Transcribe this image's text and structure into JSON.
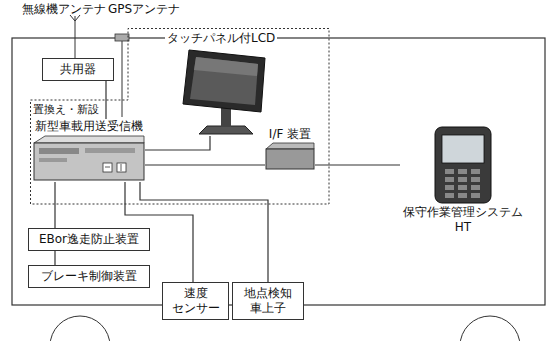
{
  "diagram": {
    "nodes": [
      {
        "text": [
          "共用器"
        ]
      },
      {
        "text": [
          "置換え・新設"
        ]
      },
      {
        "text": [
          "タッチパネル付LCD"
        ],
        "in": 1
      },
      {
        "text": [
          "新型車載用送受信機"
        ],
        "in": 1
      },
      {
        "text": [
          "I/F 装置"
        ],
        "in": 1
      },
      {
        "text": [
          "EBor逸走防止装置"
        ]
      },
      {
        "text": [
          "ブレーキ制御装置"
        ]
      },
      {
        "text": [
          "速度 センサー"
        ]
      },
      {
        "text": [
          "地点検知 車上子"
        ]
      },
      {
        "text": [
          "保守作業管理システム HT"
        ]
      }
    ],
    "edges": [
      {
        "from": 0,
        "to": 3,
        "arrow": "none"
      },
      {
        "from": 3,
        "to": 2,
        "arrow": "none"
      },
      {
        "from": 3,
        "to": 4,
        "arrow": "none"
      },
      {
        "from": 4,
        "to": 9,
        "arrow": "none"
      },
      {
        "from": 3,
        "to": 5,
        "arrow": "none"
      },
      {
        "from": 5,
        "to": 6,
        "arrow": "none"
      },
      {
        "from": 3,
        "to": 7,
        "arrow": "none"
      },
      {
        "from": 3,
        "to": 8,
        "arrow": "none"
      }
    ],
    "labels": [
      "無線機アンテナ",
      "GPSアンテナ"
    ]
  }
}
